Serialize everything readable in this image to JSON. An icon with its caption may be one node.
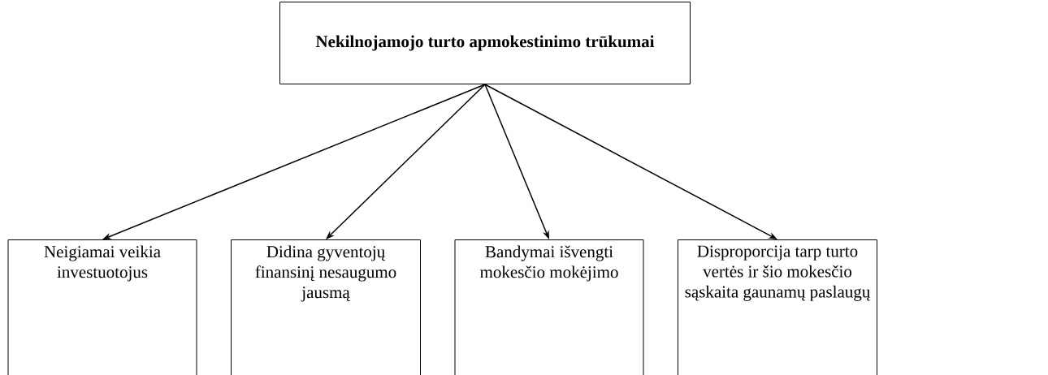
{
  "diagram": {
    "nodes": [
      {
        "text": [
          "Nekilnojamojo turto apmokestinimo trūkumai"
        ]
      },
      {
        "text": [
          "Neigiamai veikia investuotojus"
        ]
      },
      {
        "text": [
          "Didina gyventojų finansinį nesaugumo jausmą"
        ]
      },
      {
        "text": [
          "Bandymai išvengti mokesčio mokėjimo"
        ]
      },
      {
        "text": [
          "Disproporcija tarp turto vertės ir šio mokesčio sąskaita gaunamų paslaugų"
        ]
      }
    ],
    "edges": [
      {
        "from": 0,
        "to": 1,
        "arrow": "to"
      },
      {
        "from": 0,
        "to": 2,
        "arrow": "to"
      },
      {
        "from": 0,
        "to": 3,
        "arrow": "to"
      },
      {
        "from": 0,
        "to": 4,
        "arrow": "to"
      }
    ]
  }
}
